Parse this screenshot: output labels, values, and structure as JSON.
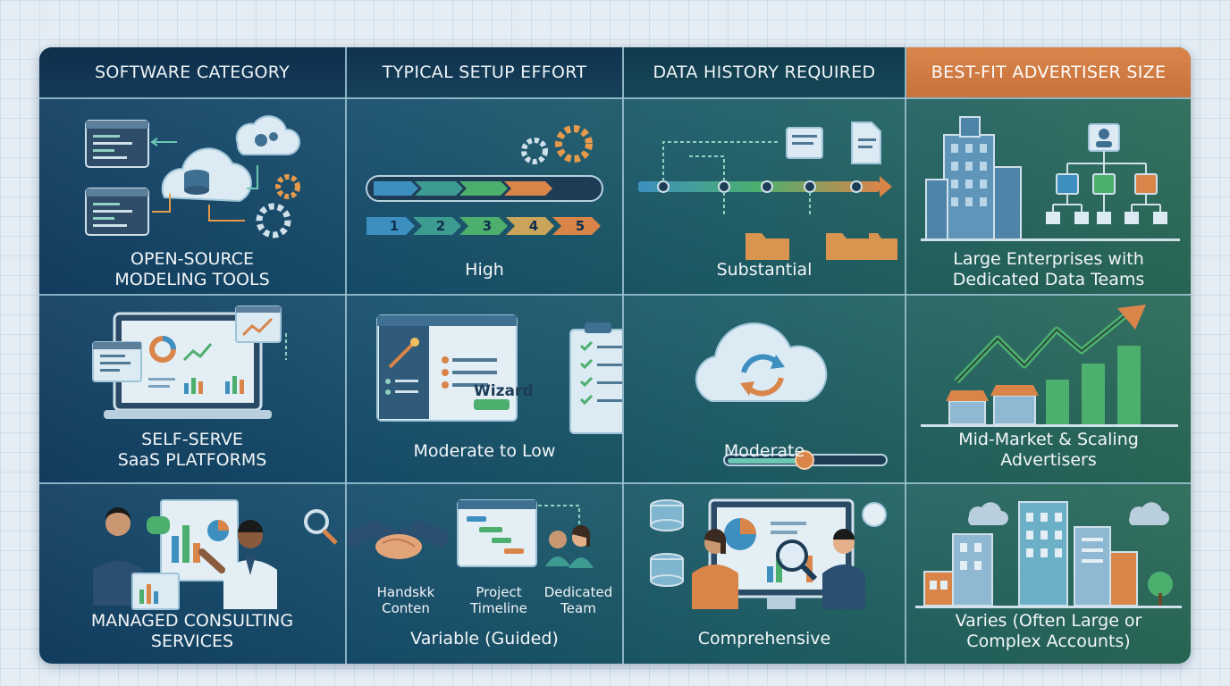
{
  "headers": [
    "SOFTWARE CATEGORY",
    "TYPICAL SETUP EFFORT",
    "DATA HISTORY REQUIRED",
    "BEST-FIT ADVERTISER SIZE"
  ],
  "rows": [
    {
      "category": [
        "OPEN-SOURCE",
        "MODELING TOOLS"
      ],
      "setup_effort": [
        "High"
      ],
      "data_history": [
        "Substantial"
      ],
      "advertiser_size": [
        "Large Enterprises with",
        "Dedicated Data Teams"
      ],
      "step_labels": [
        "1",
        "2",
        "3",
        "4",
        "5"
      ]
    },
    {
      "category": [
        "SELF-SERVE",
        "SaaS PLATFORMS"
      ],
      "setup_effort": [
        "Moderate to Low"
      ],
      "data_history": [
        "Moderate"
      ],
      "advertiser_size": [
        "Mid-Market & Scaling",
        "Advertisers"
      ],
      "wizard_label": "Wizard"
    },
    {
      "category": [
        "MANAGED CONSULTING",
        "SERVICES"
      ],
      "setup_effort": [
        "Variable (Guided)"
      ],
      "data_history": [
        "Comprehensive"
      ],
      "advertiser_size": [
        "Varies (Often Large or",
        "Complex Accounts)"
      ],
      "sub_labels": [
        [
          "Handskk",
          "Conten"
        ],
        [
          "Project",
          "Timeline"
        ],
        [
          "Dedicated",
          "Team"
        ]
      ]
    }
  ],
  "colors": {
    "accent_orange": "#d9854a",
    "accent_green": "#4caf6e",
    "accent_blue": "#3d8fc0",
    "grid_line": "#9ec3d3"
  }
}
